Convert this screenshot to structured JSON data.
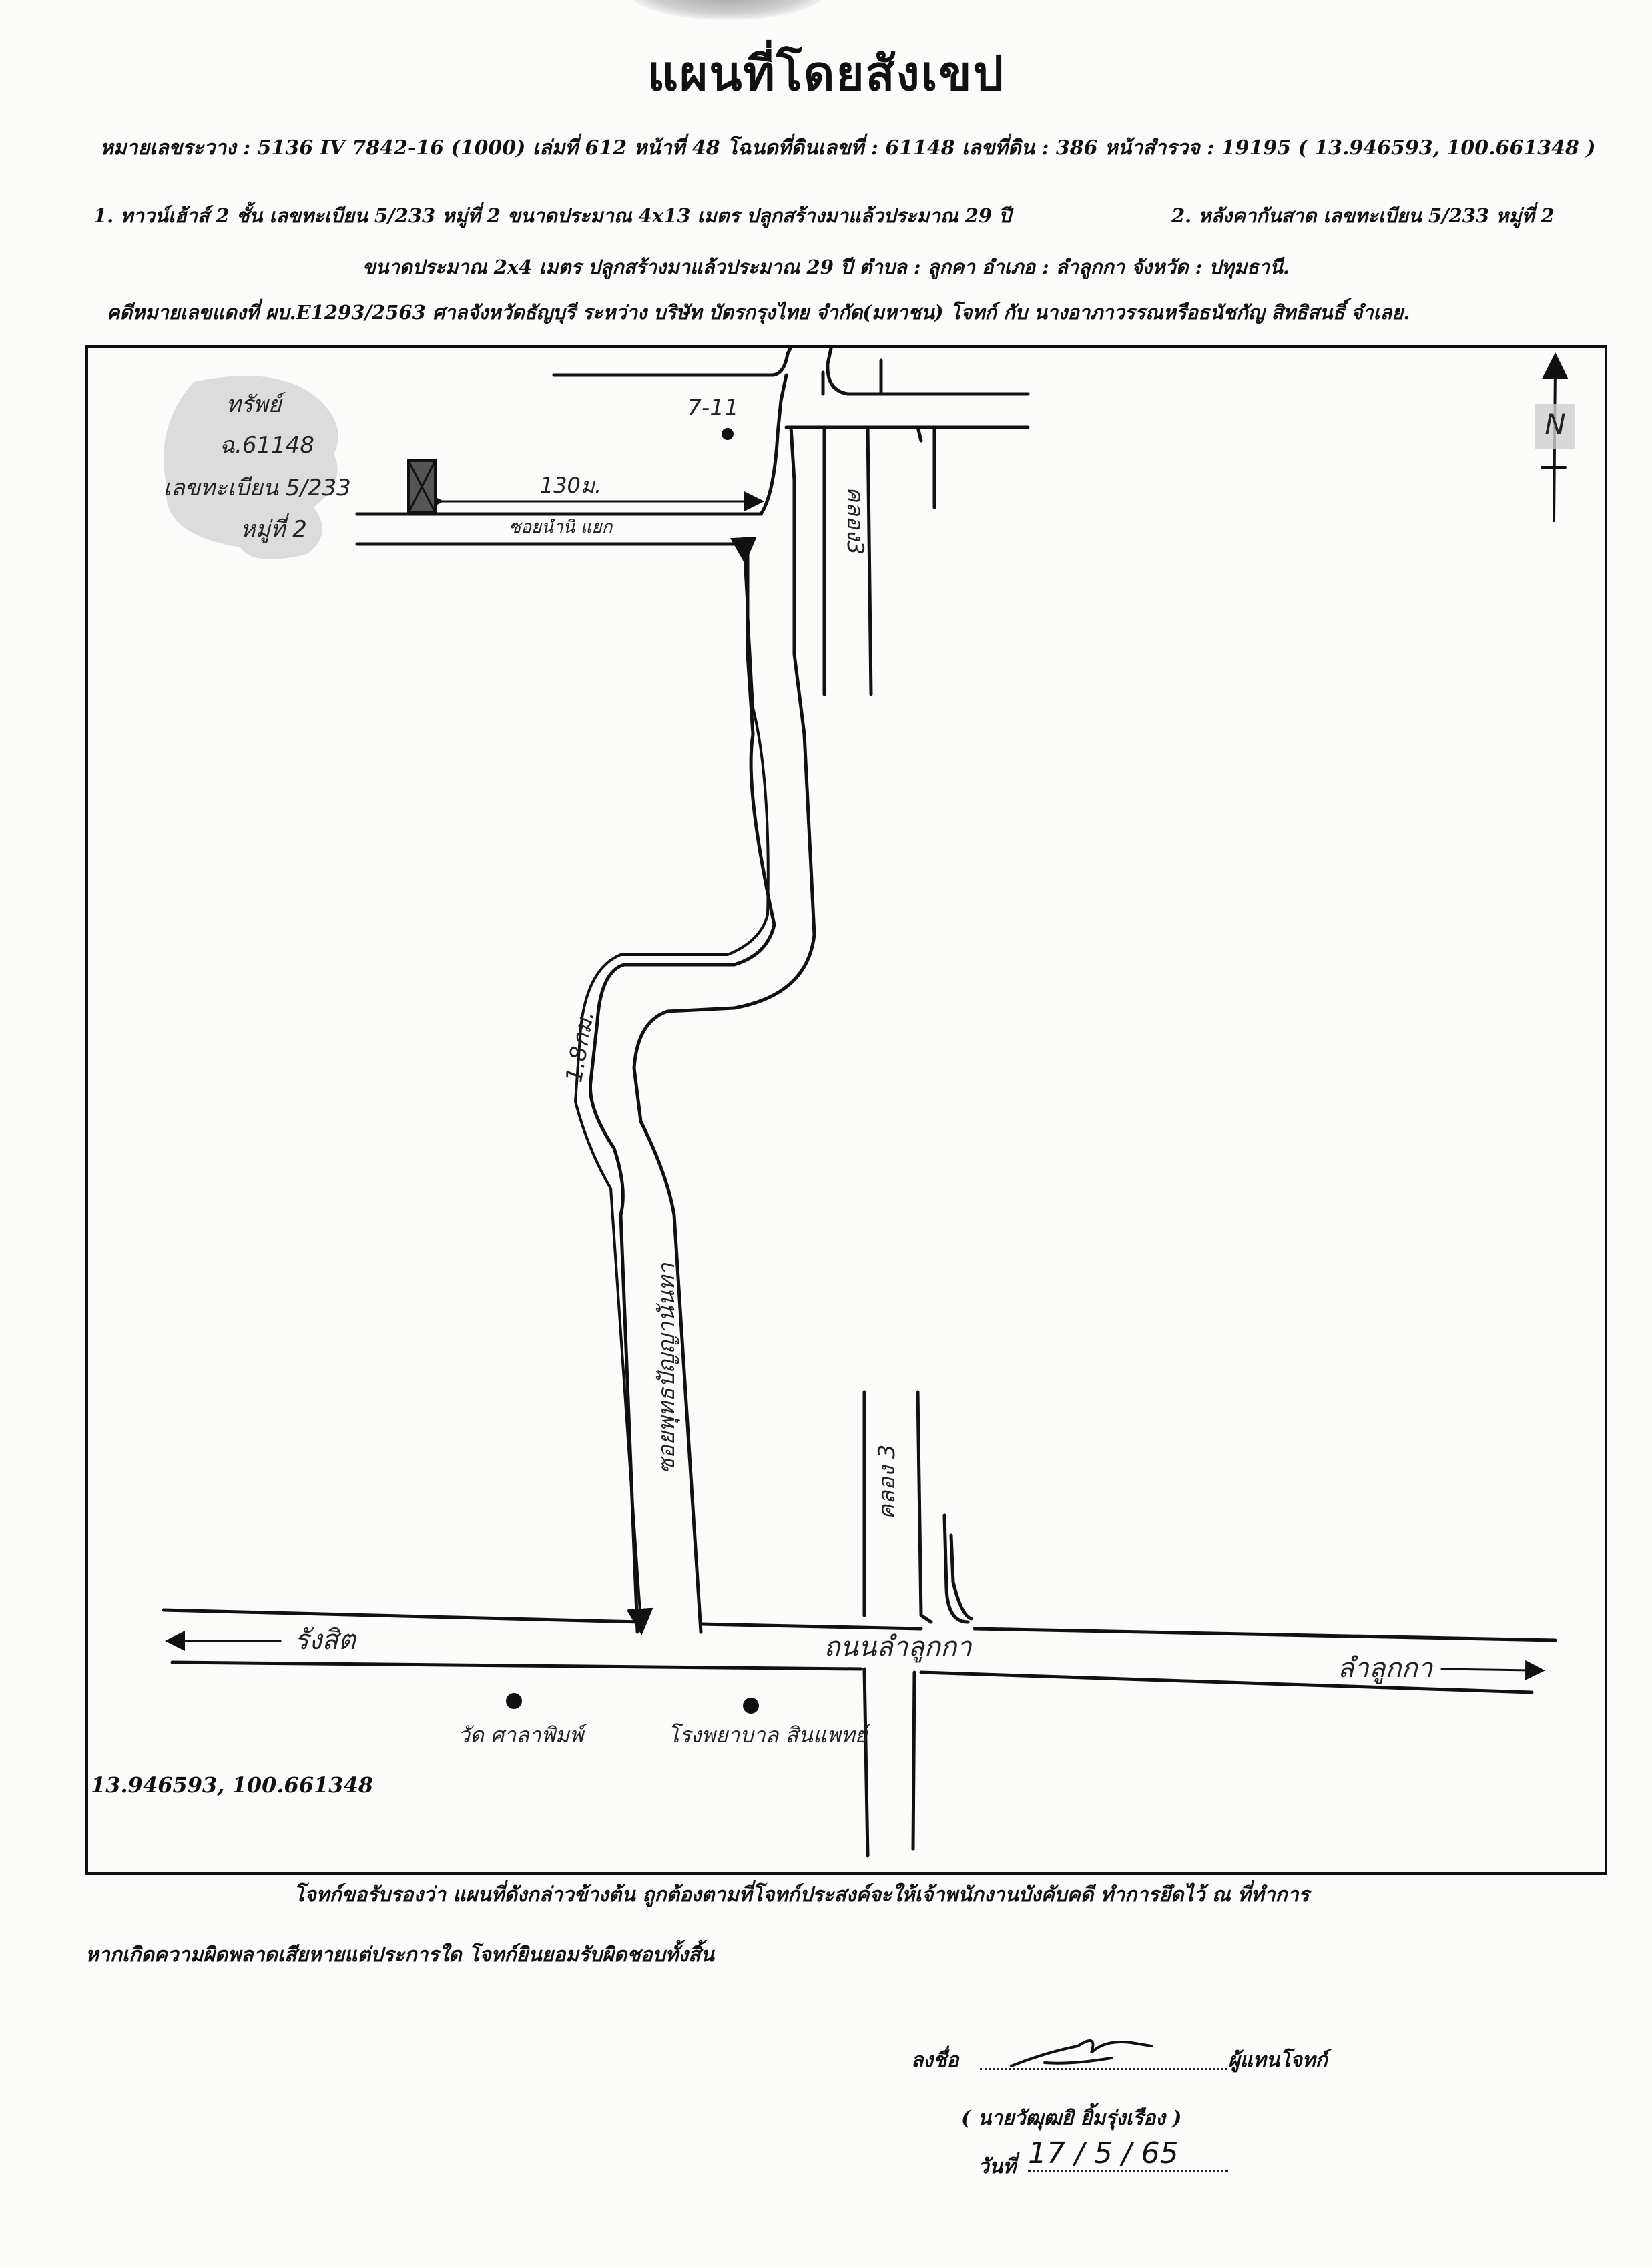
{
  "document": {
    "title": "แผนที่โดยสังเขป",
    "header_line_1": "หมายเลขระวาง : 5136 IV 7842-16 (1000) เล่มที่ 612 หน้าที่ 48 โฉนดที่ดินเลขที่ : 61148 เลขที่ดิน : 386 หน้าสำรวจ : 19195 ( 13.946593, 100.661348 )",
    "header_line_2a": "1. ทาวน์เฮ้าส์ 2 ชั้น เลขทะเบียน 5/233 หมู่ที่ 2 ขนาดประมาณ 4x13 เมตร ปลูกสร้างมาแล้วประมาณ 29 ปี",
    "header_line_2b": "2. หลังคากันสาด เลขทะเบียน 5/233 หมู่ที่ 2",
    "header_line_3": "ขนาดประมาณ 2x4 เมตร ปลูกสร้างมาแล้วประมาณ 29 ปี ตำบล : ลูกคา อำเภอ : ลำลูกกา จังหวัด : ปทุมธานี.",
    "header_line_4": "คดีหมายเลขแดงที่ ผบ.E1293/2563 ศาลจังหวัดธัญบุรี ระหว่าง บริษัท บัตรกรุงไทย จำกัด(มหาชน) โจทก์ กับ นางอาภาวรรณหรือธนัชกัญ สิทธิสนธิ์ จำเลย."
  },
  "map": {
    "property_label_lines": [
      "ทรัพย์",
      "ฉ.61148",
      "เลขทะเบียน 5/233",
      "หมู่ที่ 2"
    ],
    "distance_short": "130ม.",
    "distance_long": "1.8กม.",
    "soi_small": "ซอยนำนิ แยก",
    "soi_main": "ซอยพุทธปัญญานันทา",
    "canal_upper": "คลอง3",
    "canal_lower": "คลอง 3",
    "seven_eleven": "7-11",
    "main_road": "ถนนลำลูกกา",
    "dir_left": "รังสิต",
    "dir_right": "ลำลูกกา",
    "landmark_1": "วัด ศาลาพิมพ์",
    "landmark_2": "โรงพยาบาล สินแพทย์",
    "north": "N",
    "coordinates": "13.946593, 100.661348"
  },
  "footer": {
    "certify_line_1": "โจทก์ขอรับรองว่า แผนที่ดังกล่าวข้างต้น ถูกต้องตามที่โจทก์ประสงค์จะให้เจ้าพนักงานบังคับคดี ทำการยึดไว้ ณ ที่ทำการ",
    "certify_line_2": "หากเกิดความผิดพลาดเสียหายแต่ประการใด โจทก์ยินยอมรับผิดชอบทั้งสิ้น",
    "sign_label": "ลงชื่อ",
    "sign_role": "ผู้แทนโจทก์",
    "signer_name": "( นายวัฒุฒยิ ยิ้มรุ่งเรือง )",
    "date_label": "วันที่",
    "date_value": "17 / 5 / 65"
  }
}
